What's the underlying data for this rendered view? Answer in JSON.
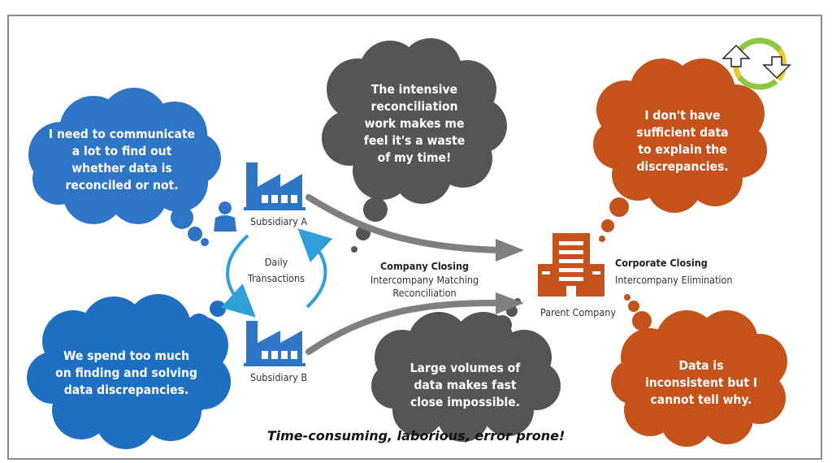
{
  "colors": {
    "blue": "#2e75c6",
    "blue_dark": "#1f6fc0",
    "gray": "#555555",
    "orange": "#c6521b",
    "arrow_gray": "#7f7f7f",
    "cycle_blue": "#2e9fd8"
  },
  "bubbles": {
    "top_left": "I need to communicate a lot to find out whether data is reconciled or not.",
    "bottom_left": "We spend too much on finding and solving data discrepancies.",
    "top_center": "The intensive reconciliation work makes me feel it's a waste of my time!",
    "bottom_center": "Large volumes of data makes fast close impossible.",
    "top_right": "I don't have sufficient data to explain the discrepancies.",
    "bottom_right": "Data is inconsistent but I cannot tell why."
  },
  "entities": {
    "subsidiary_a": "Subsidiary A",
    "subsidiary_b": "Subsidiary B",
    "parent": "Parent Company",
    "cycle_line1": "Daily",
    "cycle_line2": "Transactions"
  },
  "process": {
    "company_title": "Company Closing",
    "company_sub": "Intercompany Matching Reconciliation",
    "corporate_title": "Corporate Closing",
    "corporate_sub": "Intercompany Elimination"
  },
  "tagline": "Time-consuming, laborious, error prone!",
  "logo_icon": "refresh-cycle-logo"
}
